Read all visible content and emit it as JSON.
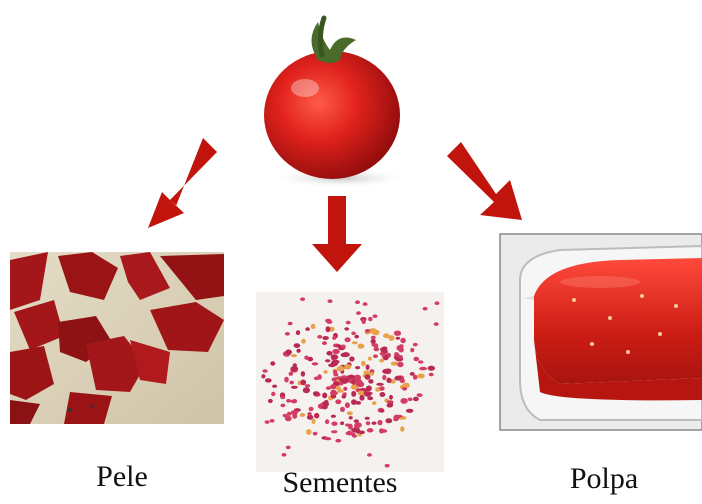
{
  "diagram": {
    "source": "tomato",
    "parts": [
      {
        "id": "pele",
        "label": "Pele"
      },
      {
        "id": "sementes",
        "label": "Sementes"
      },
      {
        "id": "polpa",
        "label": "Polpa"
      }
    ]
  },
  "colors": {
    "arrow": "#c0140c",
    "tomato": "#d81f1f",
    "skin": "#a3161a",
    "seed": "#d43d63",
    "pulp": "#c8231d",
    "skin_bg": "#d8cfb8"
  }
}
